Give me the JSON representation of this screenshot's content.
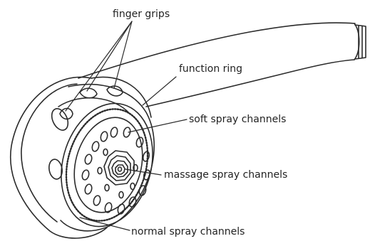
{
  "labels": {
    "finger_grips": "finger grips",
    "function_ring": "function ring",
    "soft_spray": "soft spray channels",
    "massage_spray": "massage spray channels",
    "normal_spray": "normal spray channels"
  },
  "colors": {
    "line": "#2b2b2b",
    "background": "#ffffff"
  }
}
